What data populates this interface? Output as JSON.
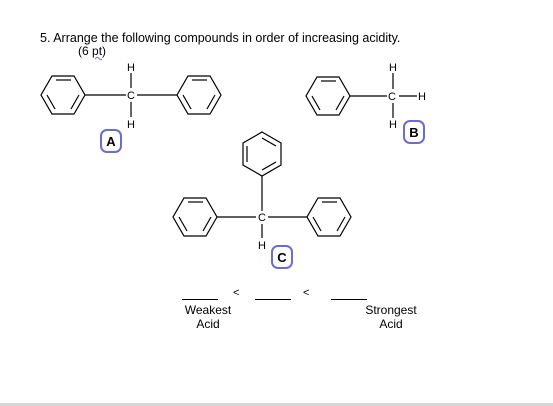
{
  "question": {
    "text": "5. Arrange the following compounds in order of increasing acidity.",
    "points_open": "(6 ",
    "points_mark": "pt",
    "points_close": ")"
  },
  "compounds": {
    "A": {
      "label": "A",
      "atoms": {
        "top_h": "H",
        "center_c": "C",
        "bottom_h": "H"
      }
    },
    "B": {
      "label": "B",
      "atoms": {
        "top_h": "H",
        "center_c": "C",
        "right_h": "H",
        "bottom_h": "H"
      }
    },
    "C": {
      "label": "C",
      "atoms": {
        "center_c": "C",
        "bottom_h": "H"
      }
    }
  },
  "ranking": {
    "less_than": "<",
    "weakest": "Weakest",
    "strongest": "Strongest",
    "acid": "Acid"
  },
  "colors": {
    "circle": "#6b6bd6",
    "text": "#000000"
  }
}
